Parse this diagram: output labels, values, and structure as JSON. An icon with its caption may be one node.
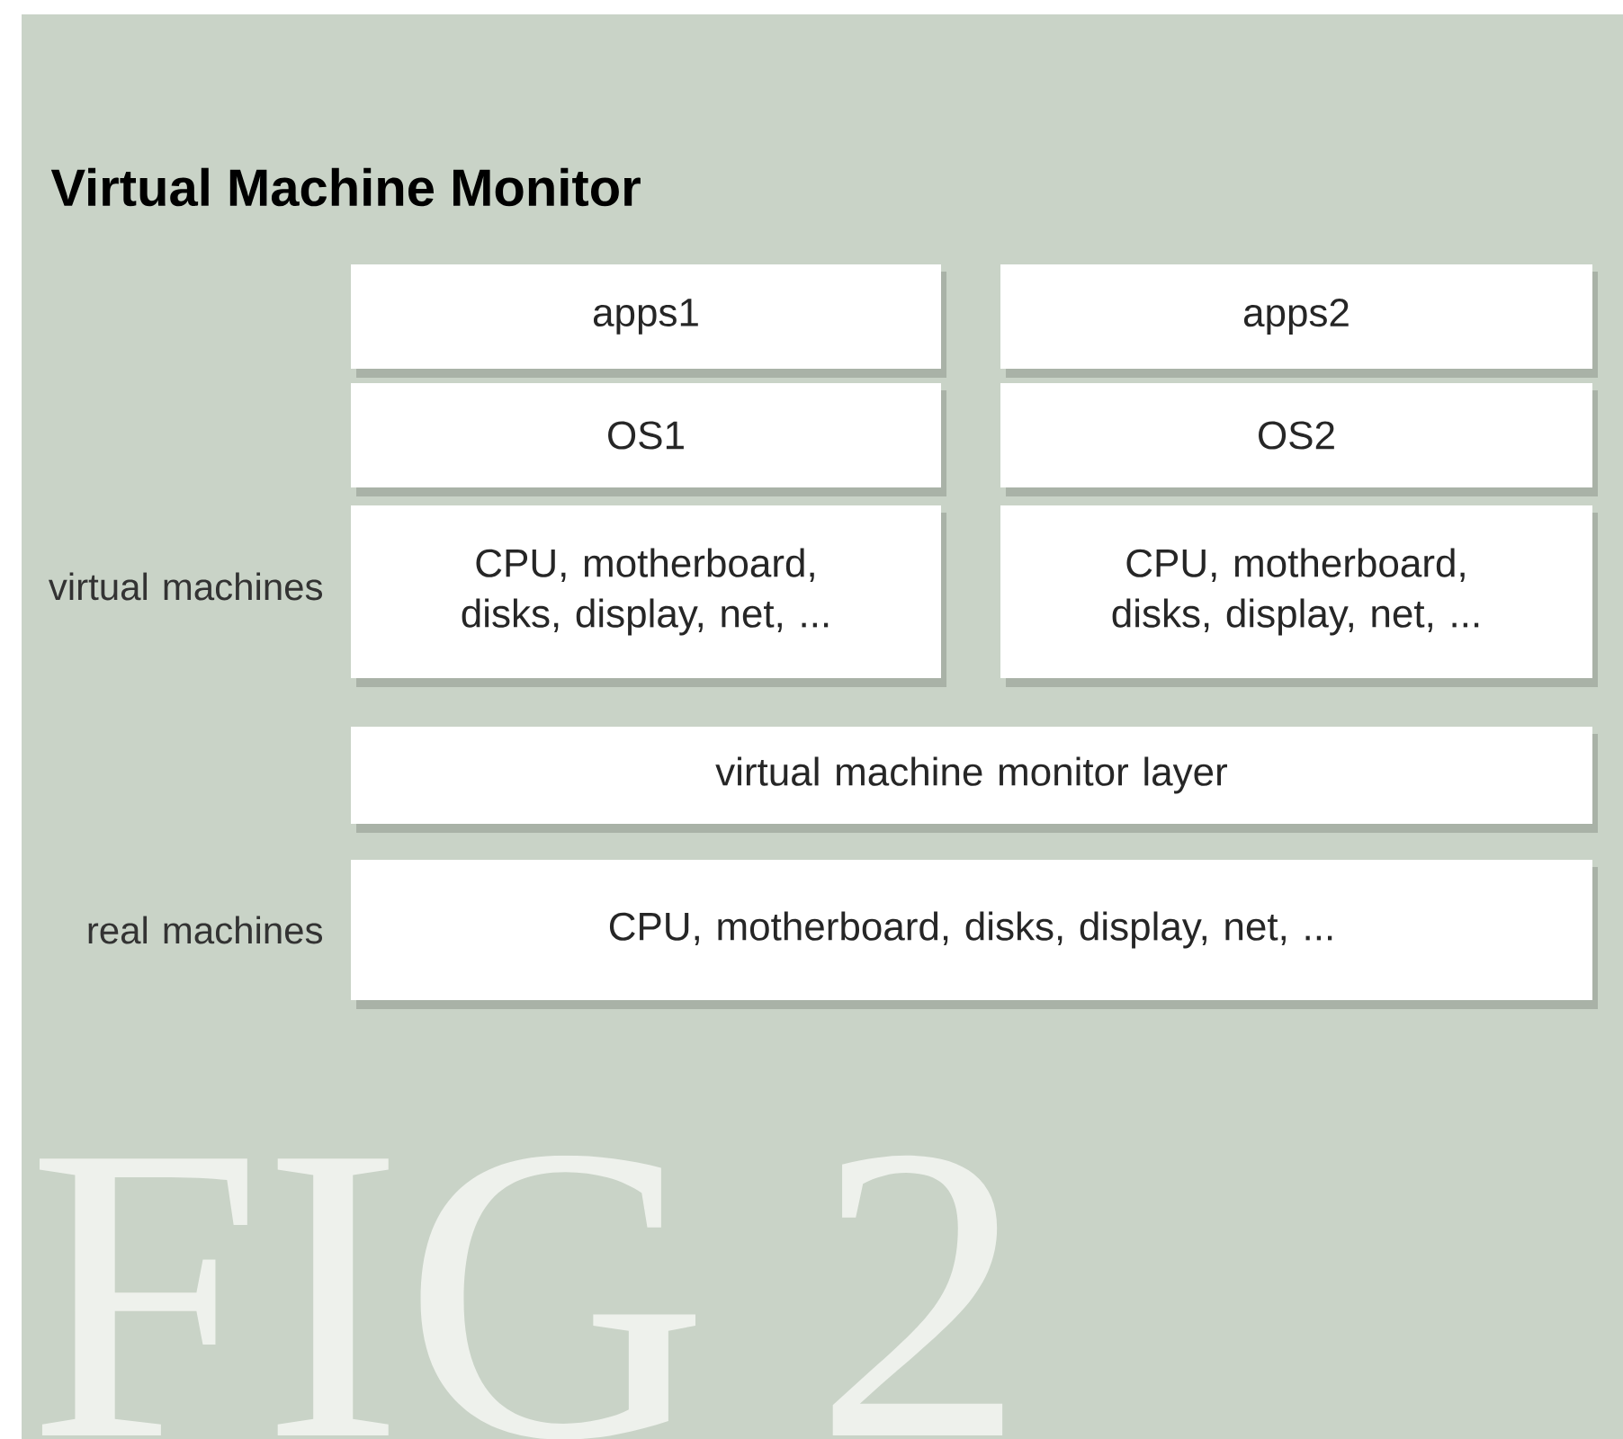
{
  "diagram": {
    "title": "Virtual Machine Monitor",
    "nodes": [
      {
        "text": [
          "apps1"
        ]
      },
      {
        "text": [
          "OS1"
        ]
      },
      {
        "text": [
          "CPU, motherboard, disks, display, net, ..."
        ]
      },
      {
        "text": [
          "apps2"
        ]
      },
      {
        "text": [
          "OS2"
        ]
      },
      {
        "text": [
          "CPU, motherboard, disks, display, net, ..."
        ]
      },
      {
        "text": [
          "virtual machine monitor layer"
        ]
      },
      {
        "text": [
          "CPU, motherboard, disks, display, net, ..."
        ]
      }
    ],
    "labels": [
      "virtual machines",
      "real machines",
      "FIG 2"
    ]
  }
}
